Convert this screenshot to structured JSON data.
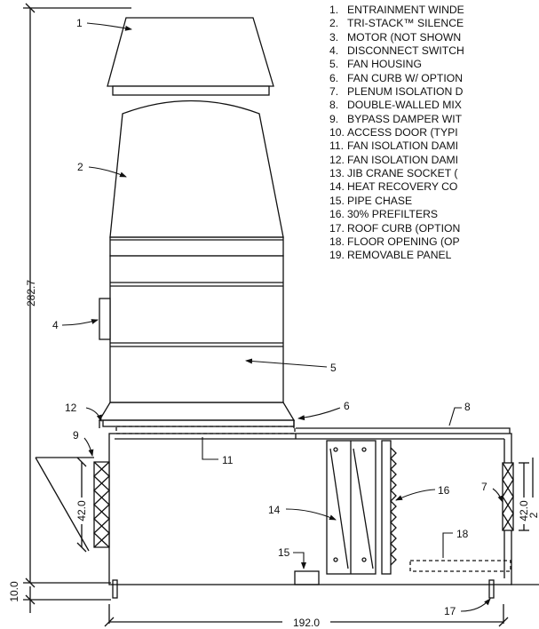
{
  "legend": [
    {
      "num": "1.",
      "text": "ENTRAINMENT WINDE"
    },
    {
      "num": "2.",
      "text": "TRI-STACK™ SILENCE"
    },
    {
      "num": "3.",
      "text": "MOTOR (NOT SHOWN"
    },
    {
      "num": "4.",
      "text": "DISCONNECT SWITCH"
    },
    {
      "num": "5.",
      "text": "FAN HOUSING"
    },
    {
      "num": "6.",
      "text": "FAN CURB W/ OPTION"
    },
    {
      "num": "7.",
      "text": "PLENUM ISOLATION D"
    },
    {
      "num": "8.",
      "text": "DOUBLE-WALLED MIX"
    },
    {
      "num": "9.",
      "text": "BYPASS DAMPER WIT"
    },
    {
      "num": "10.",
      "text": "ACCESS DOOR (TYPI"
    },
    {
      "num": "11.",
      "text": "FAN ISOLATION DAMI"
    },
    {
      "num": "12.",
      "text": "FAN ISOLATION DAMI"
    },
    {
      "num": "13.",
      "text": "JIB CRANE SOCKET ("
    },
    {
      "num": "14.",
      "text": "HEAT RECOVERY CO"
    },
    {
      "num": "15.",
      "text": "PIPE CHASE"
    },
    {
      "num": "16.",
      "text": "30% PREFILTERS"
    },
    {
      "num": "17.",
      "text": "ROOF CURB (OPTION"
    },
    {
      "num": "18.",
      "text": "FLOOR OPENING (OP"
    },
    {
      "num": "19.",
      "text": "REMOVABLE PANEL"
    }
  ],
  "callouts": {
    "c1": "1",
    "c2": "2",
    "c4": "4",
    "c5": "5",
    "c6": "6",
    "c7": "7",
    "c8": "8",
    "c9": "9",
    "c11": "11",
    "c12": "12",
    "c14": "14",
    "c15": "15",
    "c16": "16",
    "c17": "17",
    "c18": "18"
  },
  "dimensions": {
    "overall_height": "282.7",
    "base_height": "10.0",
    "length": "192.0",
    "left_opening": "42.0",
    "right_opening": "42.0",
    "right_partial": "2"
  }
}
